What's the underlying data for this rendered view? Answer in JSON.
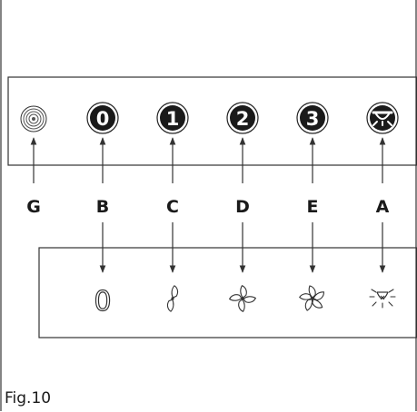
{
  "figure_label": "Fig.10",
  "panel_buttons": [
    {
      "id": "G",
      "symbol": "",
      "icon": "spiral-icon"
    },
    {
      "id": "B",
      "symbol": "0",
      "icon": "button-0-icon"
    },
    {
      "id": "C",
      "symbol": "1",
      "icon": "button-1-icon"
    },
    {
      "id": "D",
      "symbol": "2",
      "icon": "button-2-icon"
    },
    {
      "id": "E",
      "symbol": "3",
      "icon": "button-3-icon"
    },
    {
      "id": "A",
      "symbol": "",
      "icon": "light-button-icon"
    }
  ],
  "function_indicators": [
    {
      "id": "B",
      "symbol": "0",
      "icon": "off-zero-icon"
    },
    {
      "id": "C",
      "symbol": "",
      "icon": "fan-2-blade-icon"
    },
    {
      "id": "D",
      "symbol": "",
      "icon": "fan-4-blade-icon"
    },
    {
      "id": "E",
      "symbol": "",
      "icon": "fan-5-blade-icon"
    },
    {
      "id": "A",
      "symbol": "",
      "icon": "lamp-icon"
    }
  ],
  "labels": [
    "G",
    "B",
    "C",
    "D",
    "E",
    "A"
  ]
}
